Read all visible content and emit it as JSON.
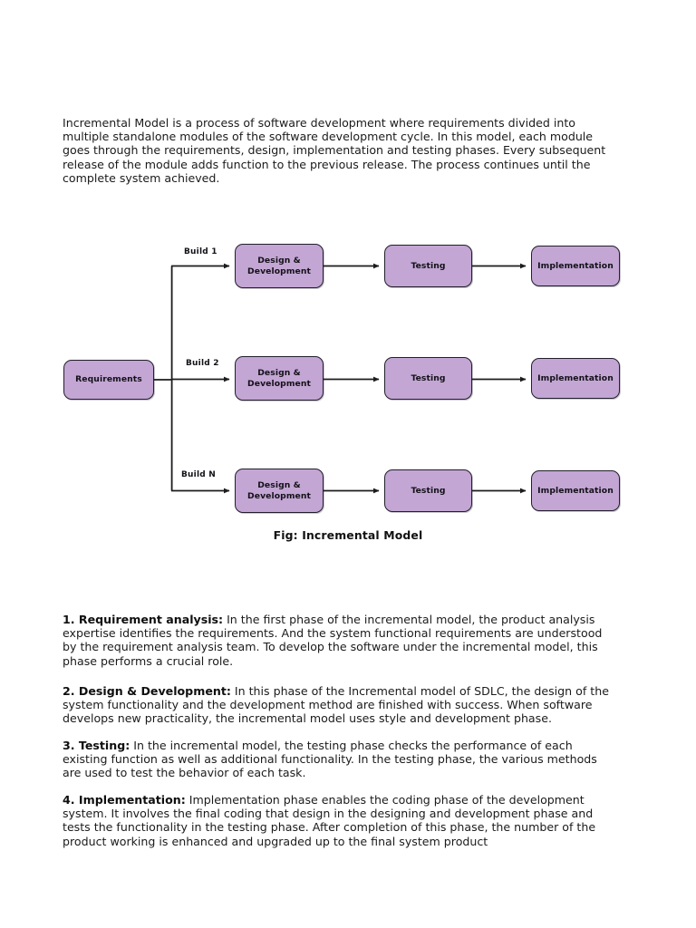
{
  "document": {
    "intro_paragraph": "Incremental Model is a process of software development where requirements divided into multiple standalone modules of the software development cycle. In this model, each module goes through the requirements, design, implementation and testing phases. Every subsequent release of the module adds function to the previous release. The process continues until the complete system achieved."
  },
  "diagram": {
    "caption": "Fig: Incremental Model",
    "node_fill_color": "#c3a6d4",
    "node_border_color": "#231f2c",
    "wire_color": "#1c1c1c",
    "start_node": {
      "label": "Requirements"
    },
    "rows": [
      {
        "build_label": "Build 1",
        "nodes": [
          {
            "label": "Design & Development"
          },
          {
            "label": "Testing"
          },
          {
            "label": "Implementation"
          }
        ]
      },
      {
        "build_label": "Build 2",
        "nodes": [
          {
            "label": "Design & Development"
          },
          {
            "label": "Testing"
          },
          {
            "label": "Implementation"
          }
        ]
      },
      {
        "build_label": "Build N",
        "nodes": [
          {
            "label": "Design & Development"
          },
          {
            "label": "Testing"
          },
          {
            "label": "Implementation"
          }
        ]
      }
    ]
  },
  "phases": [
    {
      "heading": "1. Requirement analysis:",
      "body": " In the first phase of the incremental model, the product analysis expertise identifies the requirements. And the system functional requirements are understood by the requirement analysis team. To develop the software under the incremental model, this phase performs a crucial role."
    },
    {
      "heading": "2. Design & Development:",
      "body": " In this phase of the Incremental model of SDLC, the design of the system functionality and the development method are finished with success. When software develops new practicality, the incremental model uses style and development phase."
    },
    {
      "heading": "3. Testing:",
      "body": " In the incremental model, the testing phase checks the performance of each existing function as well as additional functionality. In the testing phase, the various methods are used to test the behavior of each task."
    },
    {
      "heading": "4. Implementation:",
      "body": " Implementation phase enables the coding phase of the development system. It involves the final coding that design in the designing and development phase and tests the functionality in the testing phase. After completion of this phase, the number of the product working is enhanced and upgraded up to the final system product"
    }
  ]
}
